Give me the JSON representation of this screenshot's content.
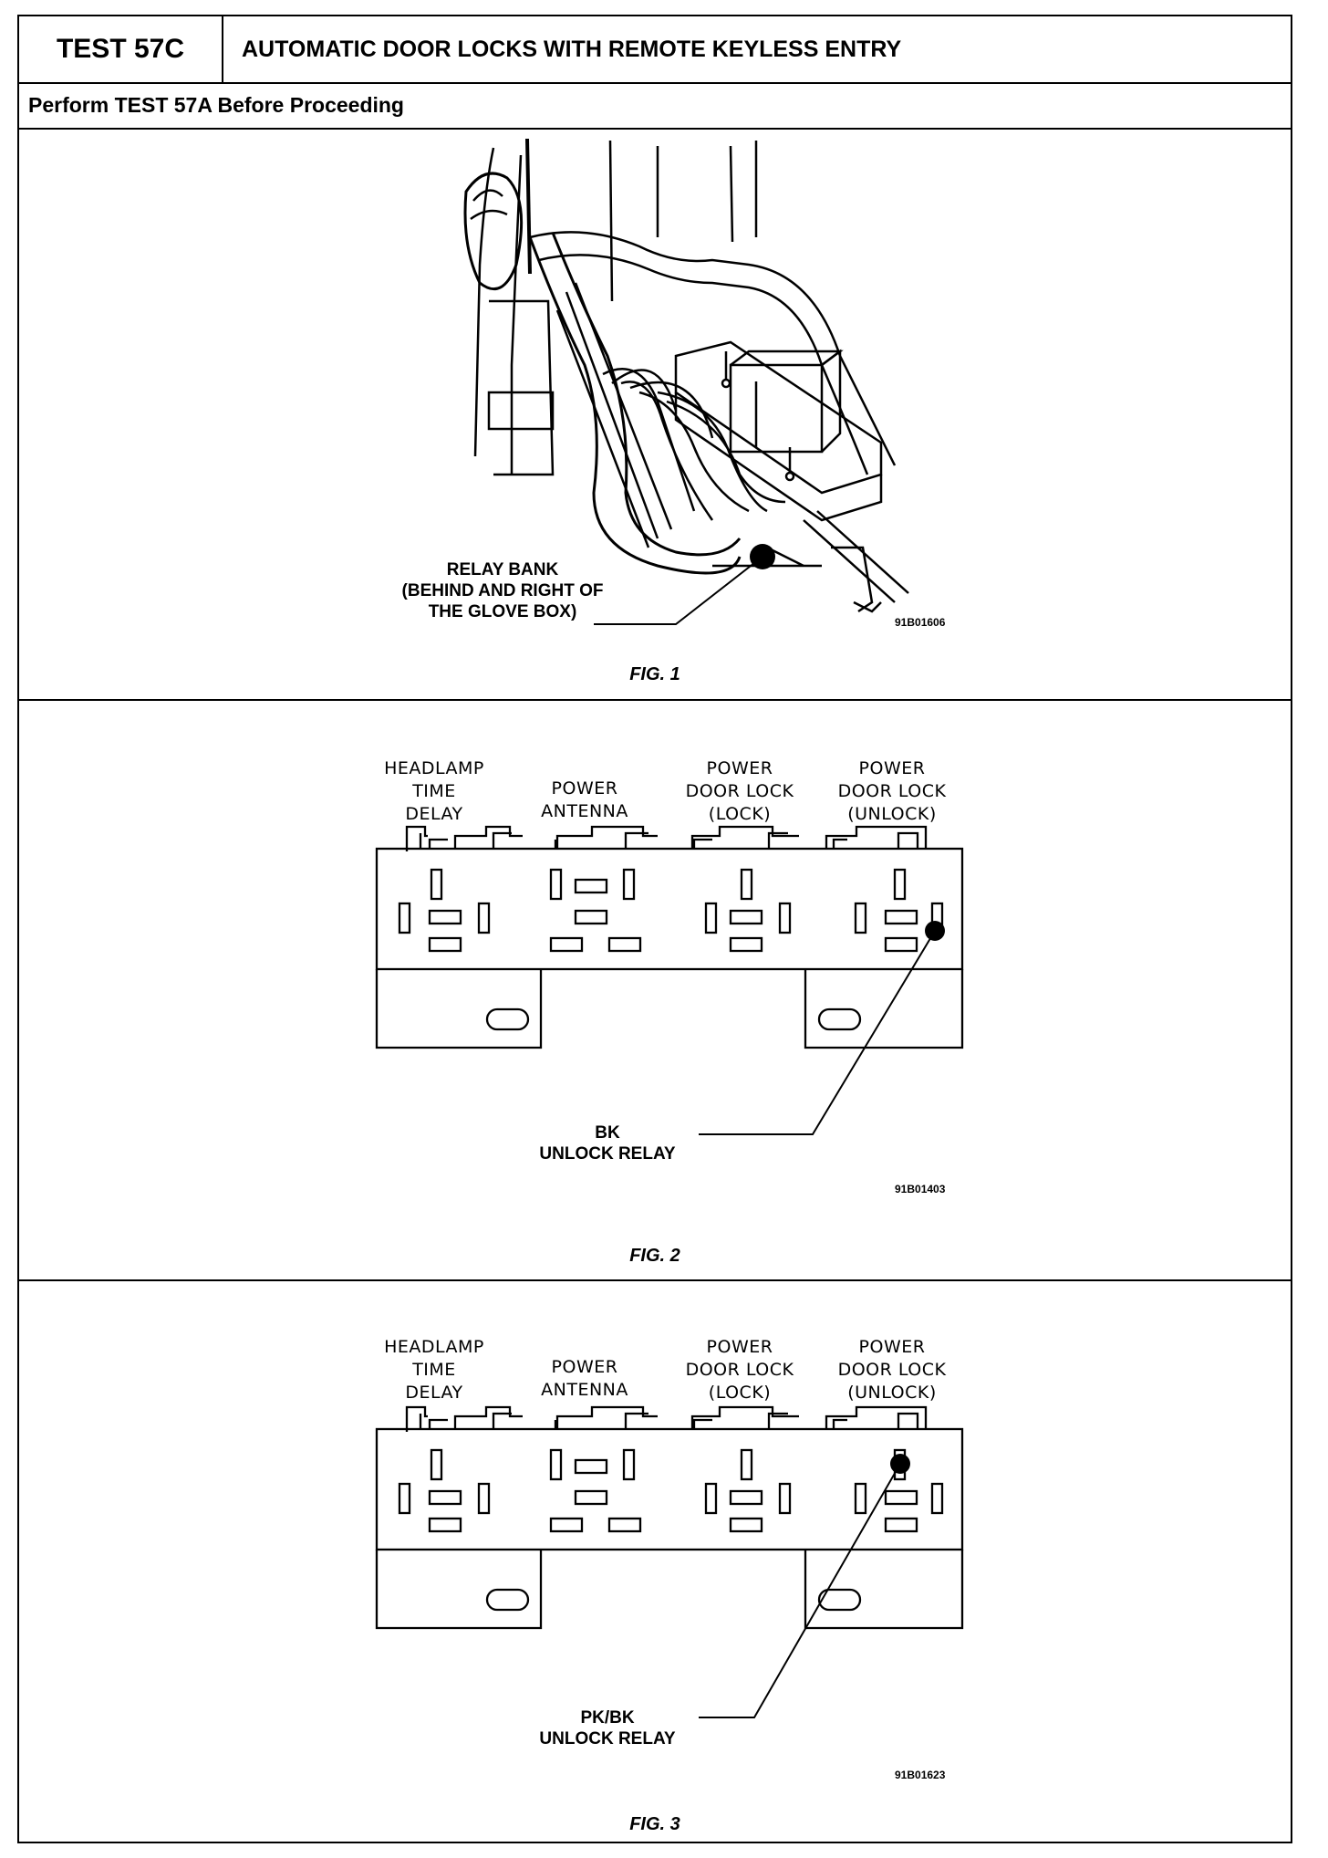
{
  "header": {
    "test_id": "TEST 57C",
    "title": "AUTOMATIC DOOR LOCKS WITH REMOTE KEYLESS ENTRY",
    "subtitle": "Perform TEST 57A Before Proceeding"
  },
  "fig1": {
    "callout": "RELAY BANK\n(BEHIND AND RIGHT OF\nTHE GLOVE BOX)",
    "code": "91B01606",
    "caption": "FIG. 1"
  },
  "fig2": {
    "relay_labels": [
      "HEADLAMP\nTIME\nDELAY",
      "POWER\nANTENNA",
      "POWER\nDOOR LOCK\n(LOCK)",
      "POWER\nDOOR LOCK\n(UNLOCK)"
    ],
    "callout": "BK\nUNLOCK RELAY",
    "code": "91B01403",
    "caption": "FIG. 2"
  },
  "fig3": {
    "relay_labels": [
      "HEADLAMP\nTIME\nDELAY",
      "POWER\nANTENNA",
      "POWER\nDOOR LOCK\n(LOCK)",
      "POWER\nDOOR LOCK\n(UNLOCK)"
    ],
    "callout": "PK/BK\nUNLOCK RELAY",
    "code": "91B01623",
    "caption": "FIG. 3"
  }
}
